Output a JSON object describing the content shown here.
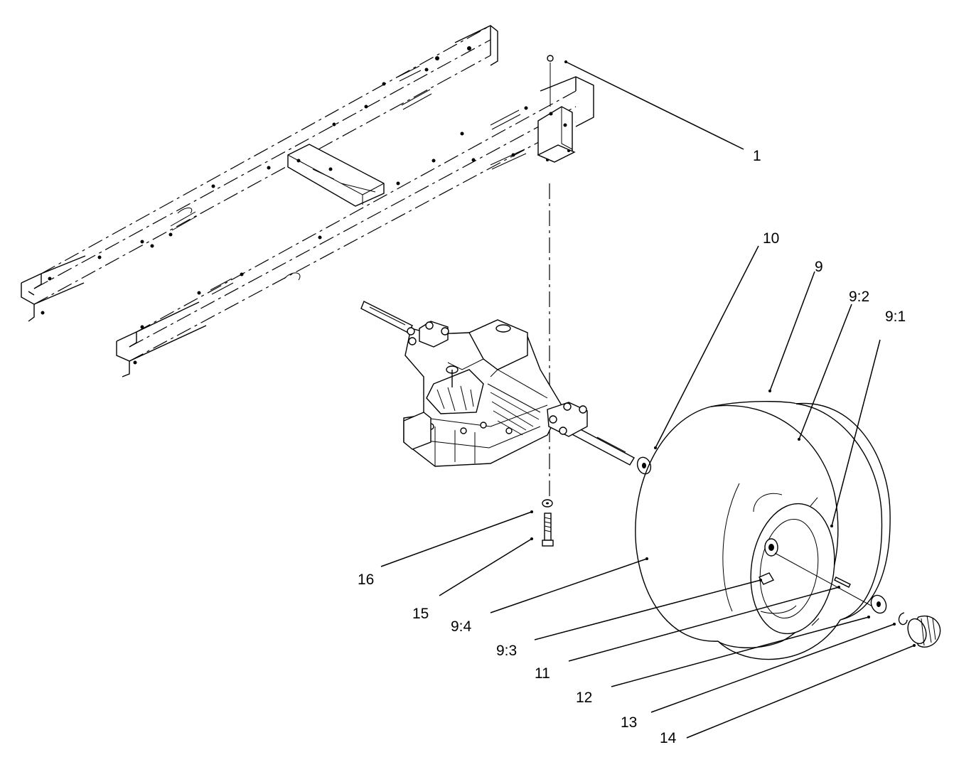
{
  "diagram": {
    "callouts": [
      {
        "id": "c1",
        "label": "1"
      },
      {
        "id": "c10",
        "label": "10"
      },
      {
        "id": "c9",
        "label": "9"
      },
      {
        "id": "c92",
        "label": "9:2"
      },
      {
        "id": "c91",
        "label": "9:1"
      },
      {
        "id": "c16",
        "label": "16"
      },
      {
        "id": "c15",
        "label": "15"
      },
      {
        "id": "c94",
        "label": "9:4"
      },
      {
        "id": "c93",
        "label": "9:3"
      },
      {
        "id": "c11",
        "label": "11"
      },
      {
        "id": "c12",
        "label": "12"
      },
      {
        "id": "c13",
        "label": "13"
      },
      {
        "id": "c14",
        "label": "14"
      }
    ]
  }
}
